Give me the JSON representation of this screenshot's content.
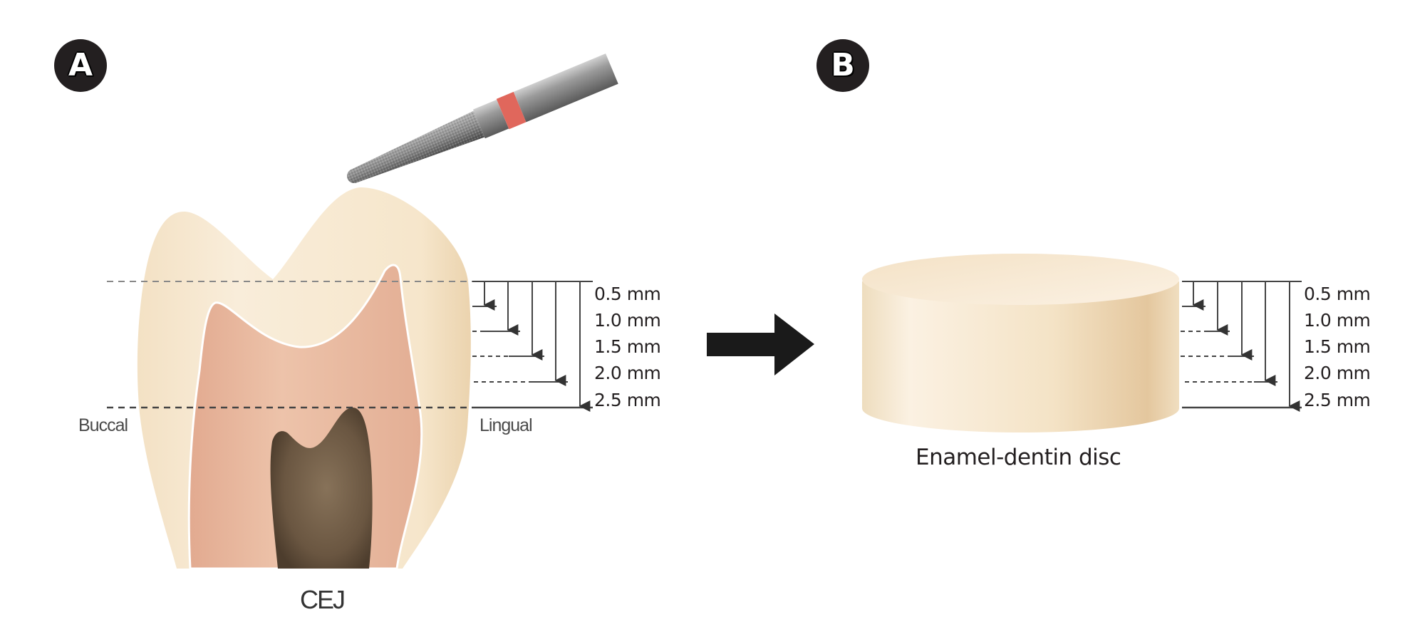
{
  "panels": {
    "a": {
      "badge": "A",
      "labels": {
        "buccal": "Buccal",
        "lingual": "Lingual",
        "cej": "CEJ"
      },
      "depth_scale": [
        "0.5 mm",
        "1.0 mm",
        "1.5 mm",
        "2.0 mm",
        "2.5 mm"
      ]
    },
    "b": {
      "badge": "B",
      "caption": "Enamel-dentin disc",
      "depth_scale": [
        "0.5 mm",
        "1.0 mm",
        "1.5 mm",
        "2.0 mm",
        "2.5 mm"
      ]
    }
  },
  "transition_arrow": "right-arrow",
  "colors": {
    "enamel": "#F6E8D0",
    "dentin": "#E9BBA2",
    "pulp": "#6E5A44",
    "bur_body": "#8a8a8a",
    "bur_band": "#E06A5E",
    "badge": "#231f20",
    "lines": "#555555"
  }
}
